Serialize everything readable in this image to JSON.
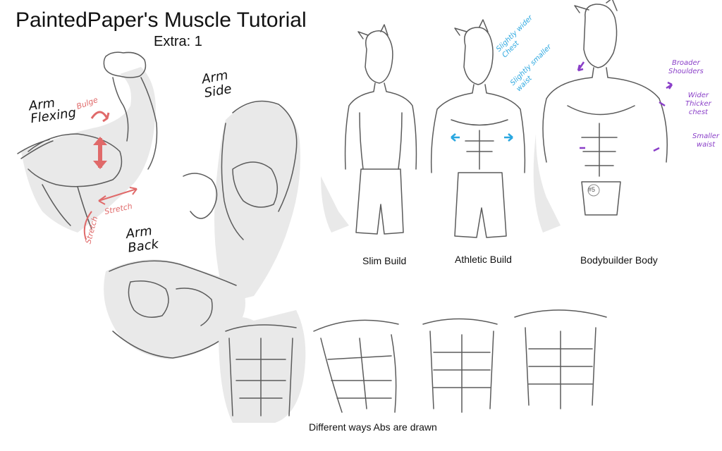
{
  "title": "PaintedPaper's Muscle Tutorial",
  "subtitle": "Extra: 1",
  "arm_labels": {
    "flexing": [
      "Arm",
      "Flexing"
    ],
    "side": [
      "Arm",
      "Side"
    ],
    "back": [
      "Arm",
      "Back"
    ]
  },
  "arm_notes": {
    "bulge": "Bulge",
    "stretch_horizontal": "Stretch",
    "stretch_vertical": "Stretch"
  },
  "builds": {
    "slim": "Slim Build",
    "athletic": "Athletic Build",
    "bodybuilder": "Bodybuilder Body"
  },
  "athletic_notes": [
    "Slightly wider",
    "Chest",
    "Slightly smaller",
    "waist"
  ],
  "bodybuilder_notes": {
    "shoulders": [
      "Broader",
      "Shoulders"
    ],
    "chest": [
      "Wider",
      "Thicker",
      "chest"
    ],
    "waist": [
      "Smaller",
      "waist"
    ]
  },
  "shorts_badge": "#5",
  "abs_caption": "Different ways Abs are drawn",
  "colors": {
    "bulge_red": "#e06a6a",
    "athletic_blue": "#2aa7e0",
    "bodybuilder_purple": "#8a3fc8",
    "pencil_gray": "#5b5b5b",
    "shadow_gray": "#e9e9e9"
  }
}
